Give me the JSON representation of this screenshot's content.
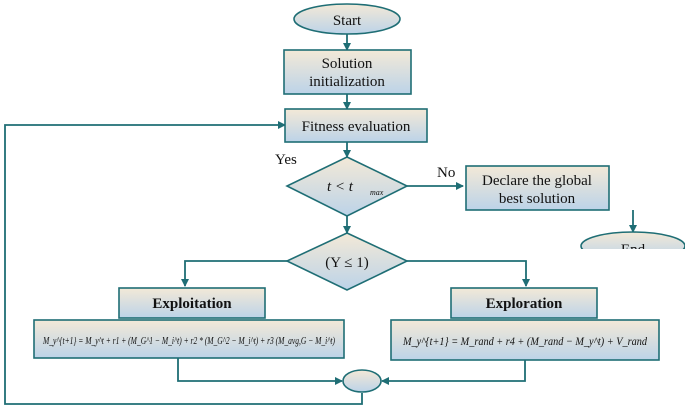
{
  "colors": {
    "stroke": "#1f6e75",
    "box_fill_top": "#f3e9d7",
    "box_fill_bottom": "#bcd3e8",
    "text": "#111111"
  },
  "nodes": {
    "start": "Start",
    "init_line1": "Solution",
    "init_line2": "initialization",
    "fitness": "Fitness evaluation",
    "cond_t": "t < t",
    "cond_t_sub": "max",
    "declare_line1": "Declare the global",
    "declare_line2": "best solution",
    "end": "End",
    "cond_upsilon": "(Υ ≤ 1)",
    "exploitation": "Exploitation",
    "exploration": "Exploration"
  },
  "edge_labels": {
    "yes": "Yes",
    "no": "No"
  },
  "formulas": {
    "exploitation": "M_y^{t+1} = M_y^t + r1 + (M_G^1 − M_i^t) + r2 * (M_G^2 − M_i^t) + r3 (M_avg,G − M_i^t)",
    "exploration": "M_y^{t+1} = M_rand + r4 + (M_rand − M_y^t) + V_rand"
  }
}
